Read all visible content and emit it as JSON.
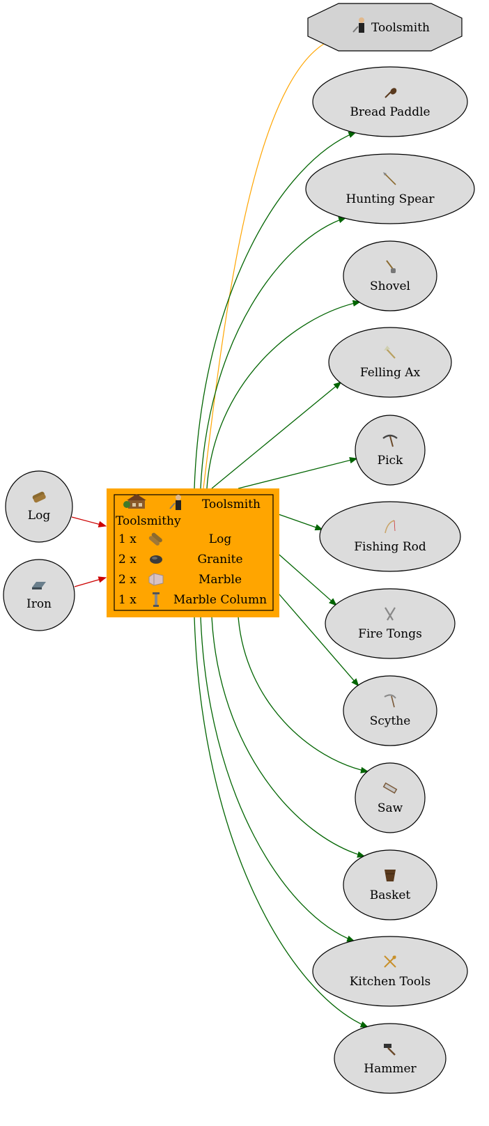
{
  "inputs": [
    {
      "label": "Log",
      "icon": "log-icon"
    },
    {
      "label": "Iron",
      "icon": "iron-icon"
    }
  ],
  "building": {
    "name": "Toolsmithy",
    "worker": "Toolsmith",
    "building_icon": "building-icon",
    "worker_icon": "toolsmith-icon",
    "costs": [
      {
        "qty": "1 x",
        "label": "Log",
        "icon": "log-icon"
      },
      {
        "qty": "2 x",
        "label": "Granite",
        "icon": "granite-icon"
      },
      {
        "qty": "2 x",
        "label": "Marble",
        "icon": "marble-icon"
      },
      {
        "qty": "1 x",
        "label": "Marble Column",
        "icon": "marble-column-icon"
      }
    ],
    "fill_color": "#ffa500"
  },
  "worker_node": {
    "label": "Toolsmith",
    "icon": "toolsmith-icon"
  },
  "outputs": [
    {
      "label": "Bread Paddle",
      "icon": "bread-paddle-icon"
    },
    {
      "label": "Hunting Spear",
      "icon": "hunting-spear-icon"
    },
    {
      "label": "Shovel",
      "icon": "shovel-icon"
    },
    {
      "label": "Felling Ax",
      "icon": "felling-ax-icon"
    },
    {
      "label": "Pick",
      "icon": "pick-icon"
    },
    {
      "label": "Fishing Rod",
      "icon": "fishing-rod-icon"
    },
    {
      "label": "Fire Tongs",
      "icon": "fire-tongs-icon"
    },
    {
      "label": "Scythe",
      "icon": "scythe-icon"
    },
    {
      "label": "Saw",
      "icon": "saw-icon"
    },
    {
      "label": "Basket",
      "icon": "basket-icon"
    },
    {
      "label": "Kitchen Tools",
      "icon": "kitchen-tools-icon"
    },
    {
      "label": "Hammer",
      "icon": "hammer-icon"
    }
  ],
  "colors": {
    "input_edge": "#cc0000",
    "output_edge": "#006400",
    "worker_edge": "#ffa500",
    "node_fill": "#dcdcdc",
    "worker_fill": "#d3d3d3"
  }
}
